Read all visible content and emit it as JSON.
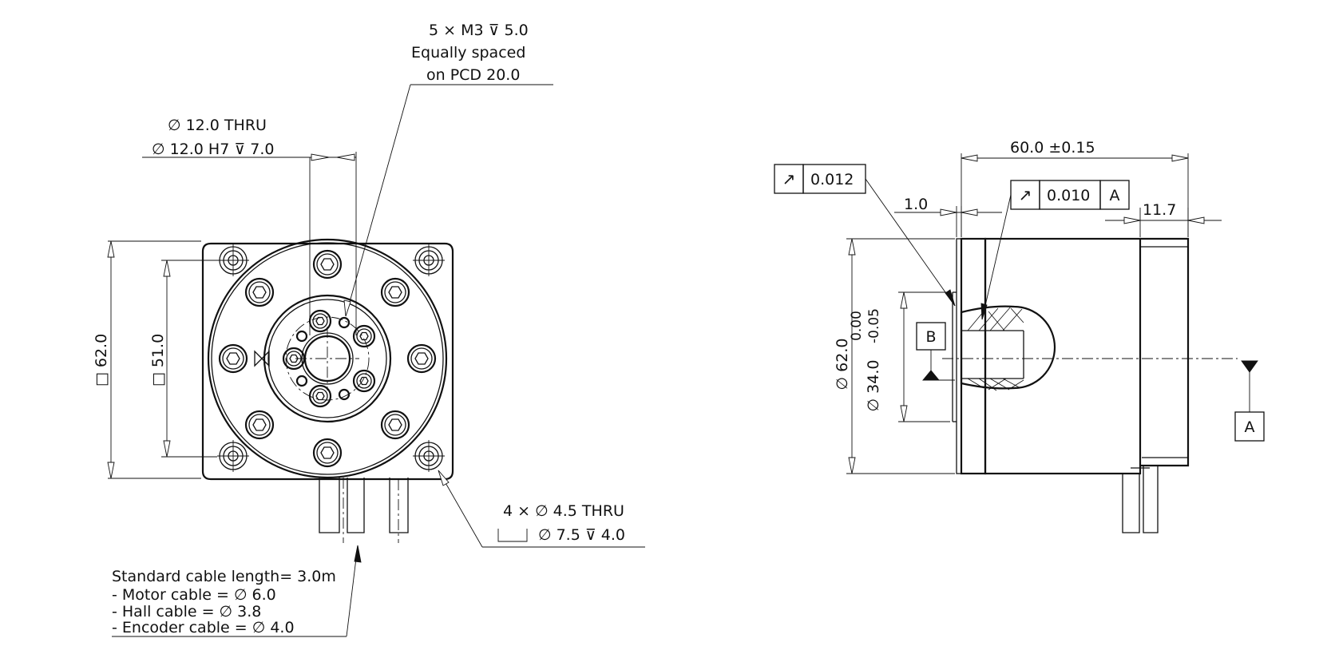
{
  "front_view": {
    "callout_tapped_holes": {
      "line1": "5 × M3  ⊽ 5.0",
      "line2": "Equally spaced",
      "line3": "on PCD 20.0"
    },
    "callout_bore": {
      "line1": "∅ 12.0 THRU",
      "line2": "∅ 12.0 H7   ⊽ 7.0"
    },
    "dim_outer": "□ 62.0",
    "dim_inner": "□ 51.0",
    "callout_mount_holes": {
      "line1": "4 × ∅  4.5  THRU",
      "line2": "∅  7.5  ⊽  4.0"
    },
    "cable_note": {
      "line1": "Standard cable length= 3.0m",
      "line2": "- Motor cable = ∅ 6.0",
      "line3": "- Hall cable = ∅ 3.8",
      "line4": "- Encoder cable = ∅ 4.0"
    }
  },
  "side_view": {
    "dim_length": "60.0  ±0.15",
    "dim_flange": "1.0",
    "dim_rear": "11.7",
    "dim_diameter": "∅ 62.0",
    "dim_spigot": "∅ 34.0",
    "dim_spigot_tol_upper": "0.00",
    "dim_spigot_tol_lower": "-0.05",
    "runout_face": {
      "symbol": "↗",
      "value": "0.012"
    },
    "runout_bore": {
      "symbol": "↗",
      "value": "0.010",
      "datum_ref": "A"
    },
    "datum_a": "A",
    "datum_b": "B"
  }
}
